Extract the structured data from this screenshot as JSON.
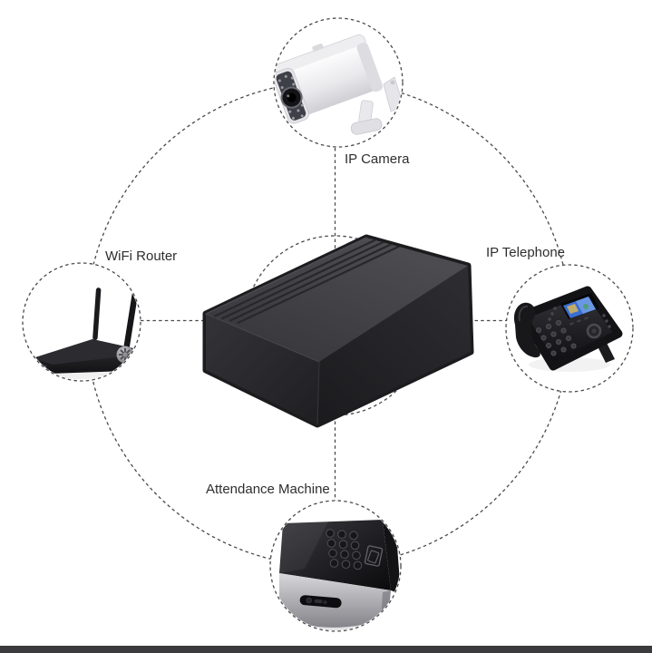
{
  "diagram": {
    "type": "hub-and-spoke connectivity diagram",
    "hub": {
      "id": "central-device",
      "description": "black device box"
    },
    "nodes": [
      {
        "id": "ip-camera",
        "label": "IP Camera",
        "position": "top",
        "icon": "ip-camera-icon"
      },
      {
        "id": "ip-telephone",
        "label": "IP Telephone",
        "position": "right",
        "icon": "ip-telephone-icon"
      },
      {
        "id": "attendance-machine",
        "label": "Attendance Machine",
        "position": "bottom",
        "icon": "attendance-machine-icon"
      },
      {
        "id": "wifi-router",
        "label": "WiFi Router",
        "position": "left",
        "icon": "wifi-router-icon"
      }
    ],
    "colors": {
      "background": "#ffffff",
      "dashed_line": "#4a4a4a",
      "label_text": "#2e2e2e",
      "device_black": "#2b2b2e",
      "camera_white": "#f2f2f4",
      "phone_screen_blue": "#3a6ed4",
      "silver": "#b9b9bf",
      "bottom_bar": "#3b3b3d"
    }
  }
}
